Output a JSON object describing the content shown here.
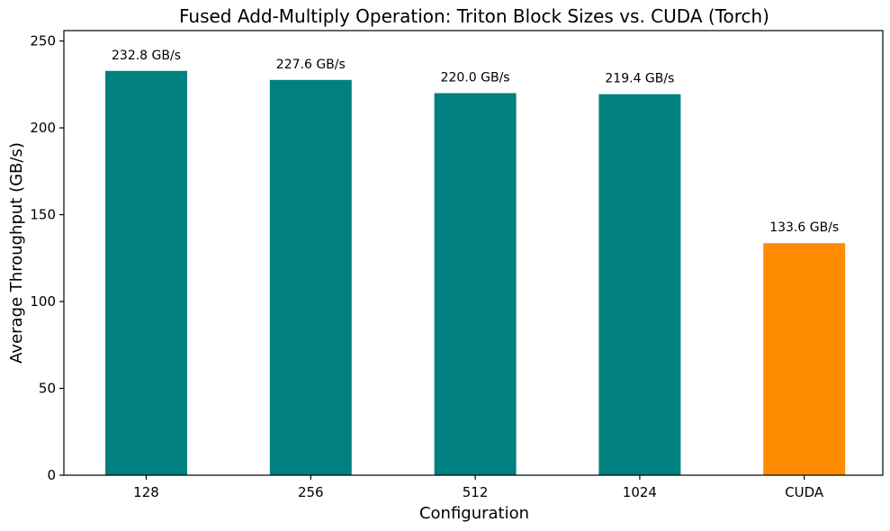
{
  "chart_data": {
    "type": "bar",
    "title": "Fused Add-Multiply Operation: Triton Block Sizes vs. CUDA (Torch)",
    "xlabel": "Configuration",
    "ylabel": "Average Throughput (GB/s)",
    "categories": [
      "128",
      "256",
      "512",
      "1024",
      "CUDA"
    ],
    "values": [
      232.8,
      227.6,
      220.0,
      219.4,
      133.6
    ],
    "data_labels": [
      "232.8 GB/s",
      "227.6 GB/s",
      "220.0 GB/s",
      "219.4 GB/s",
      "133.6 GB/s"
    ],
    "colors": [
      "#008080",
      "#008080",
      "#008080",
      "#008080",
      "#ff8c00"
    ],
    "ylim": [
      0,
      256
    ],
    "yticks": [
      0,
      50,
      100,
      150,
      200,
      250
    ],
    "grid": false,
    "legend": "none"
  }
}
